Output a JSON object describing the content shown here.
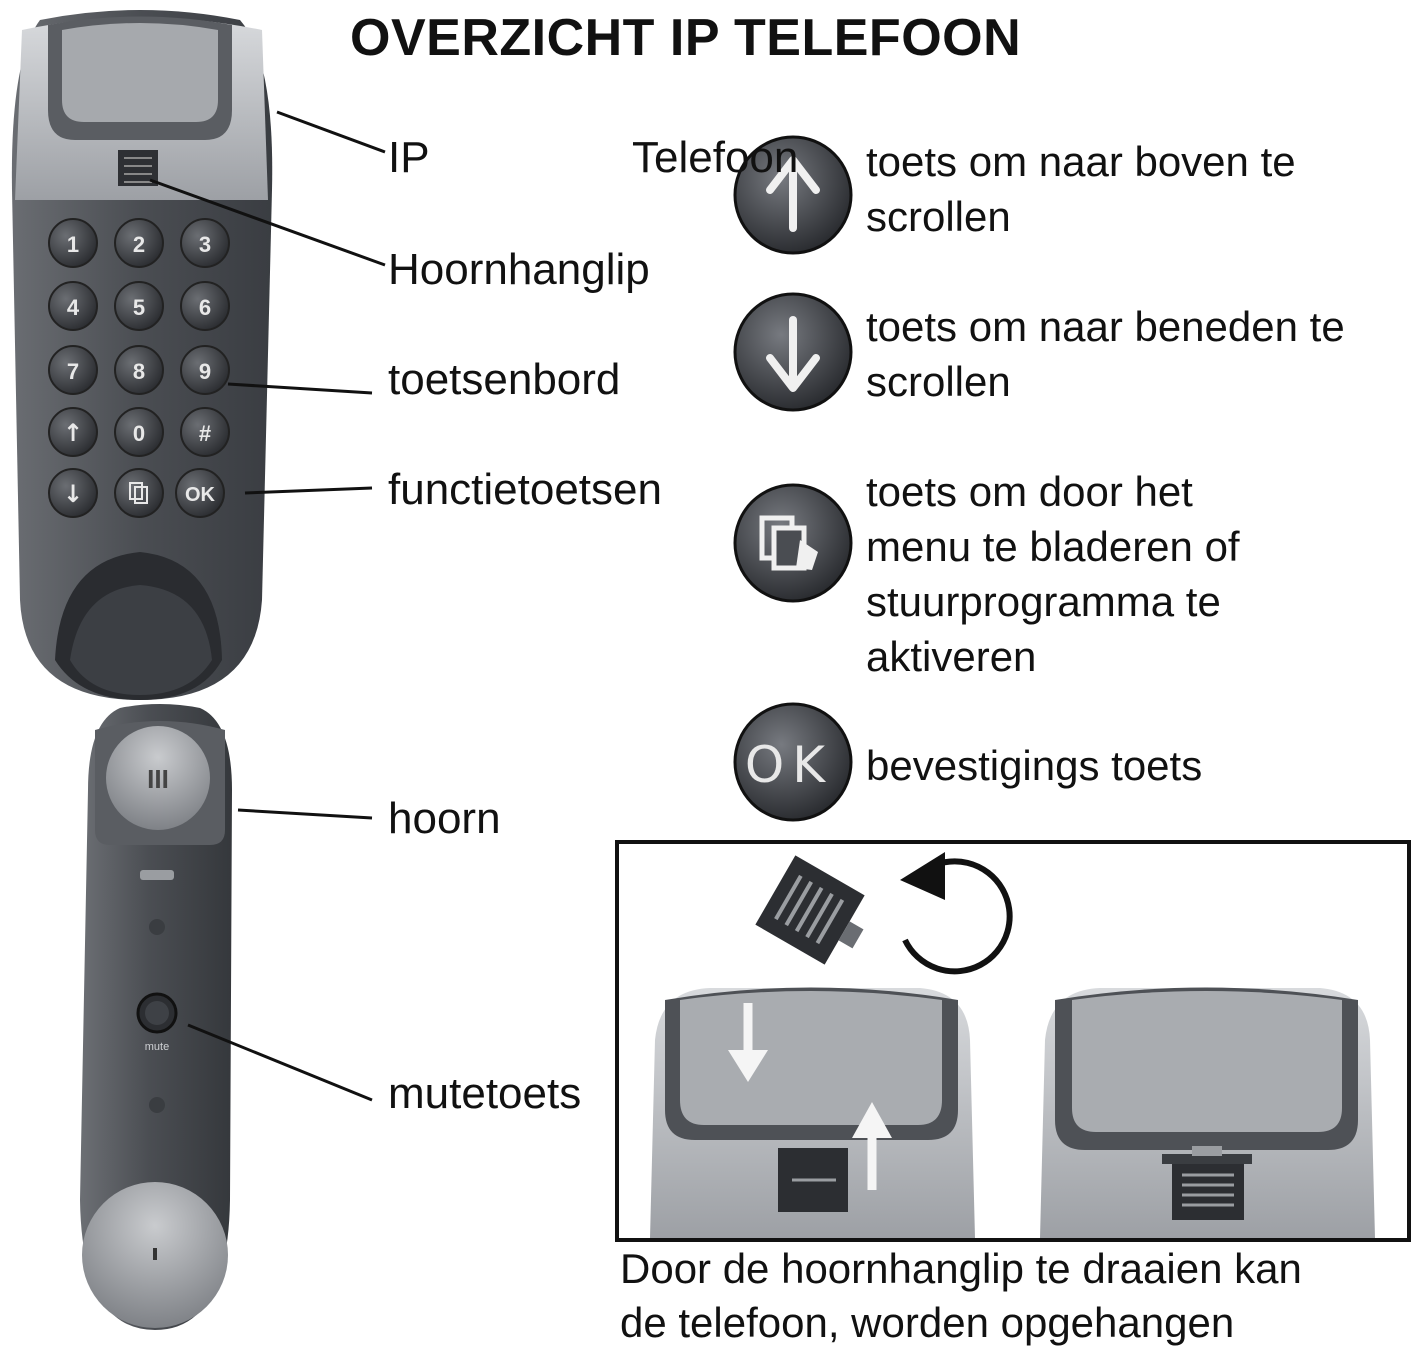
{
  "title": "OVERZICHT IP TELEFOON",
  "labels": {
    "ip": "IP",
    "telefoon": "Telefoon",
    "hoornhanglip": "Hoornhanglip",
    "toetsenbord": "toetsenbord",
    "functietoetsen": "functietoetsen",
    "hoorn": "hoorn",
    "mutetoets": "mutetoets"
  },
  "keypad": {
    "rows": [
      [
        "1",
        "2",
        "3"
      ],
      [
        "4",
        "5",
        "6"
      ],
      [
        "7",
        "8",
        "9"
      ],
      [
        "↑",
        "0",
        "#"
      ],
      [
        "↓",
        "menu",
        "OK"
      ]
    ]
  },
  "handset": {
    "mute_label": "mute"
  },
  "function_keys": [
    {
      "icon": "arrow-up-icon",
      "line1": "toets om naar boven te",
      "line2": "scrollen"
    },
    {
      "icon": "arrow-down-icon",
      "line1": "toets om naar beneden te",
      "line2": "scrollen"
    },
    {
      "icon": "menu-icon",
      "line1": "toets om door het",
      "line2": "menu te bladeren of",
      "line3": "stuurprogramma te",
      "line4": "aktiveren"
    },
    {
      "icon": "ok-icon",
      "key_text": "OK",
      "line1": "bevestigings toets"
    }
  ],
  "caption": {
    "line1": "Door de hoornhanglip te draaien kan",
    "line2": "de telefoon, worden opgehangen"
  },
  "colors": {
    "body_dark": "#4a4d52",
    "body_light": "#b9bcc0",
    "key": "#3d4045",
    "key_text": "#e8e8e8"
  }
}
